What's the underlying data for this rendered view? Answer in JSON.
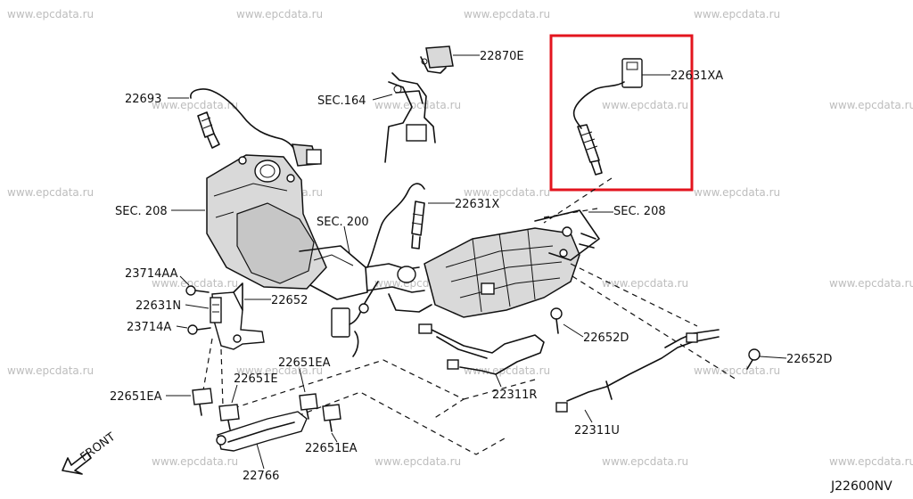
{
  "diagram": {
    "code": "J22600NV",
    "front_label": "FRONT",
    "colors": {
      "highlight": "#e3141e",
      "watermark": "#bdbdbd",
      "ink": "#111111"
    },
    "watermark": "www.epcdata.ru",
    "labels": {
      "p22870E": "22870E",
      "p22631XA": "22631XA",
      "p22693": "22693",
      "sec164": "SEC.164",
      "sec208a": "SEC. 208",
      "p22631X": "22631X",
      "sec200": "SEC. 200",
      "sec208b": "SEC. 208",
      "p23714AA": "23714AA",
      "p22652": "22652",
      "p22631N": "22631N",
      "p23714A": "23714A",
      "p22652D_a": "22652D",
      "p22652D_b": "22652D",
      "p22651EA_a": "22651EA",
      "p22651E": "22651E",
      "p22651EA_b": "22651EA",
      "p22311R": "22311R",
      "p22651EA_c": "22651EA",
      "p22311U": "22311U",
      "p22766": "22766"
    }
  }
}
